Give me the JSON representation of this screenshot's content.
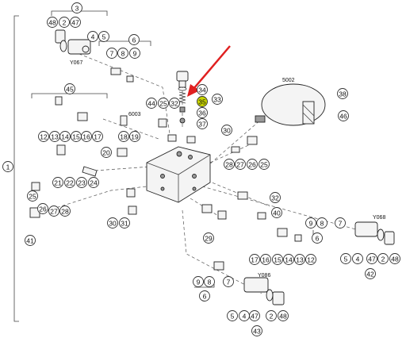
{
  "callouts": [
    "1",
    "2",
    "3",
    "4",
    "5",
    "6",
    "7",
    "8",
    "9",
    "12",
    "13",
    "14",
    "15",
    "16",
    "17",
    "18",
    "19",
    "20",
    "21",
    "22",
    "23",
    "24",
    "25",
    "26",
    "27",
    "28",
    "29",
    "30",
    "31",
    "32",
    "33",
    "34",
    "35",
    "36",
    "37",
    "38",
    "40",
    "41",
    "42",
    "43",
    "44",
    "45",
    "46",
    "47",
    "48"
  ],
  "labels": {
    "y067": "Y067",
    "y068": "Y068",
    "y086": "Y086",
    "p5002": "5002",
    "p6003": "6003"
  },
  "highlight": {
    "callout": "35",
    "color": "#c8d400"
  },
  "arrow_color": "#e02020"
}
